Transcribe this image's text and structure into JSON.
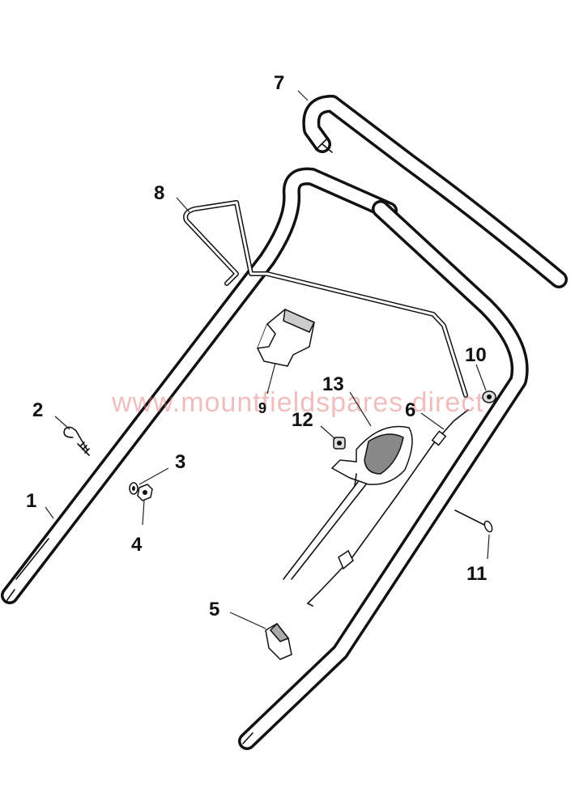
{
  "watermark": "www.mountfieldspares.direct",
  "callouts": {
    "c1": "1",
    "c2": "2",
    "c3": "3",
    "c4": "4",
    "c5": "5",
    "c6": "6",
    "c7": "7",
    "c8": "8",
    "c9": "9",
    "c10": "10",
    "c11": "11",
    "c12": "12",
    "c13": "13"
  },
  "colors": {
    "line": "#111111",
    "watermark": "#e07070",
    "background": "#ffffff"
  }
}
